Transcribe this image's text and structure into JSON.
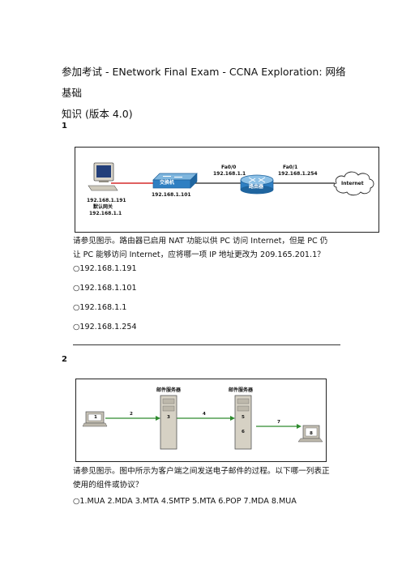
{
  "document": {
    "title_line1": "参加考试  - ENetwork Final Exam - CCNA Exploration:  网络基础",
    "title_line2": "知识  (版本  4.0)"
  },
  "questions": [
    {
      "number": "1",
      "figure": {
        "pc_ip": "192.168.1.191",
        "pc_gw_label": "默认网关",
        "pc_gw": "192.168.1.1",
        "switch_label": "交换机",
        "switch_ip": "192.168.1.101",
        "router_label": "路由器",
        "fa00_label": "Fa0/0",
        "fa00_ip": "192.168.1.1",
        "fa01_label": "Fa0/1",
        "fa01_ip": "192.168.1.254",
        "cloud_label": "Internet"
      },
      "text_line1": "请参见图示。路由器已启用   NAT  功能以供  PC  访问  Internet，但是  PC  仍",
      "text_line2": "让  PC  能够访问  Internet，应将哪一项  IP  地址更改为  209.165.201.1？",
      "options": [
        "192.168.1.191",
        "192.168.1.101",
        "192.168.1.1",
        "192.168.1.254"
      ]
    },
    {
      "number": "2",
      "figure": {
        "server1_label": "邮件服务器",
        "server2_label": "邮件服务器",
        "step1": "1",
        "step2": "2",
        "step3": "3",
        "step4": "4",
        "step5": "5",
        "step6": "6",
        "step7": "7",
        "step8": "8"
      },
      "text_line1": "请参见图示。图中所示为客户端之间发送电子邮件的过程。以下哪一列表正",
      "text_line2": "使用的组件或协议？",
      "options": [
        "1.MUA 2.MDA 3.MTA 4.SMTP 5.MTA 6.POP 7.MDA 8.MUA"
      ]
    }
  ]
}
